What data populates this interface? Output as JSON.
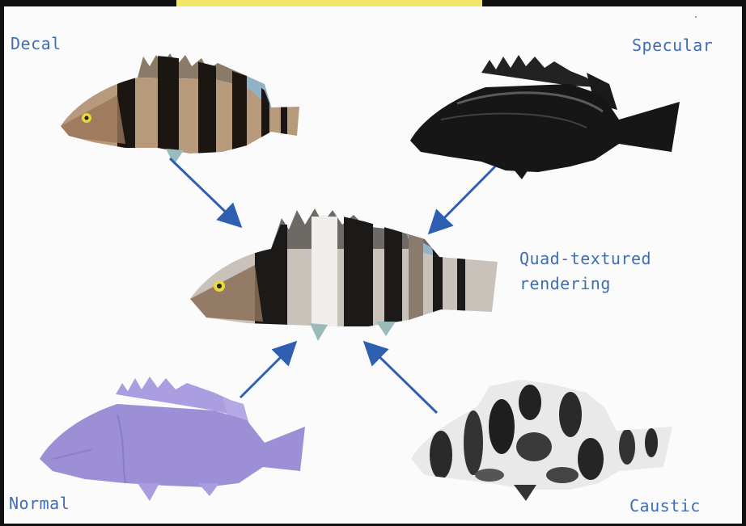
{
  "labels": {
    "decal": "Decal",
    "specular": "Specular",
    "normal": "Normal",
    "caustic": "Caustic",
    "center_line1": "Quad-textured",
    "center_line2": "rendering"
  },
  "colors": {
    "label": "#3f6db3",
    "arrow": "#2f5fb0",
    "highlight_bar": "#f1e66a",
    "normal_tint": "#9c8fd6"
  },
  "icons": [
    "arrow-icon"
  ]
}
